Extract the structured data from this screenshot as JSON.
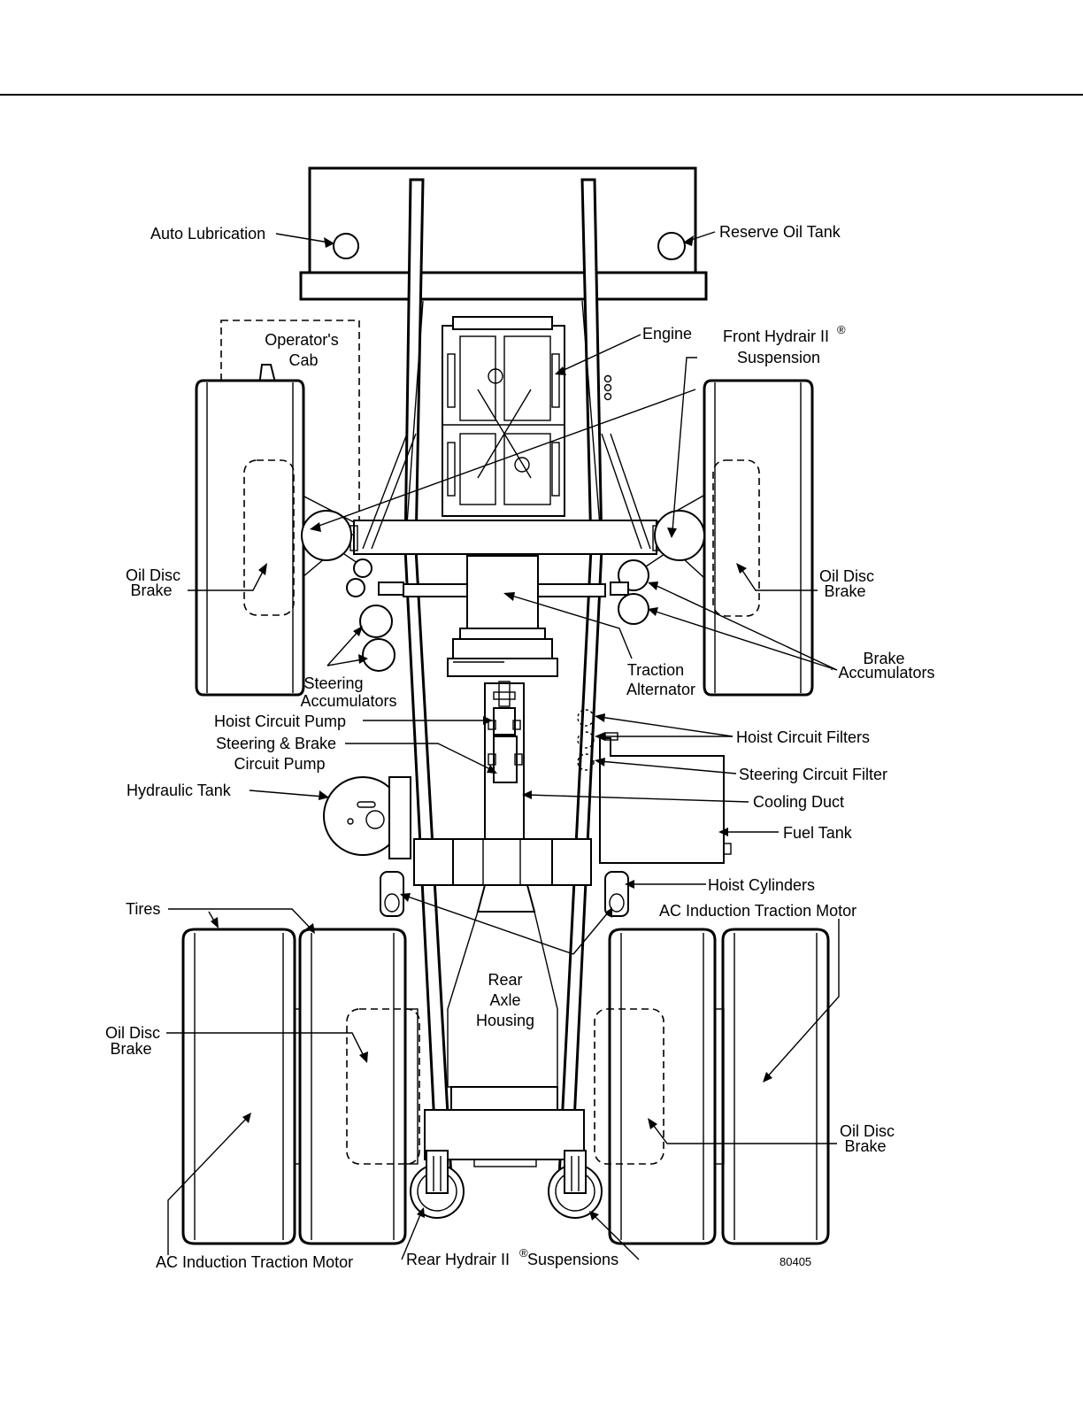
{
  "labels": {
    "auto_lubrication": "Auto Lubrication",
    "reserve_oil_tank": "Reserve Oil Tank",
    "operators_cab_1": "Operator's",
    "operators_cab_2": "Cab",
    "engine": "Engine",
    "front_hydrair_1": "Front Hydrair II",
    "front_hydrair_reg": "®",
    "front_hydrair_2": "Suspension",
    "oil_disc_brake_1": "Oil Disc",
    "oil_disc_brake_2": "Brake",
    "brake_accumulators_1": "Brake",
    "brake_accumulators_2": "Accumulators",
    "steering_accumulators_1": "Steering",
    "steering_accumulators_2": "Accumulators",
    "traction_alternator_1": "Traction",
    "traction_alternator_2": "Alternator",
    "hoist_circuit_pump": "Hoist Circuit Pump",
    "steering_brake_pump_1": "Steering & Brake",
    "steering_brake_pump_2": "Circuit Pump",
    "hoist_circuit_filters": "Hoist Circuit Filters",
    "steering_circuit_filter": "Steering Circuit Filter",
    "hydraulic_tank": "Hydraulic Tank",
    "cooling_duct": "Cooling Duct",
    "fuel_tank": "Fuel Tank",
    "hoist_cylinders": "Hoist Cylinders",
    "ac_motor": "AC Induction Traction Motor",
    "tires": "Tires",
    "rear_axle_1": "Rear",
    "rear_axle_2": "Axle",
    "rear_axle_3": "Housing",
    "rear_hydrair_1": "Rear Hydrair II",
    "rear_hydrair_reg": "®",
    "rear_hydrair_2": " Suspensions",
    "figure_number": "80405"
  }
}
